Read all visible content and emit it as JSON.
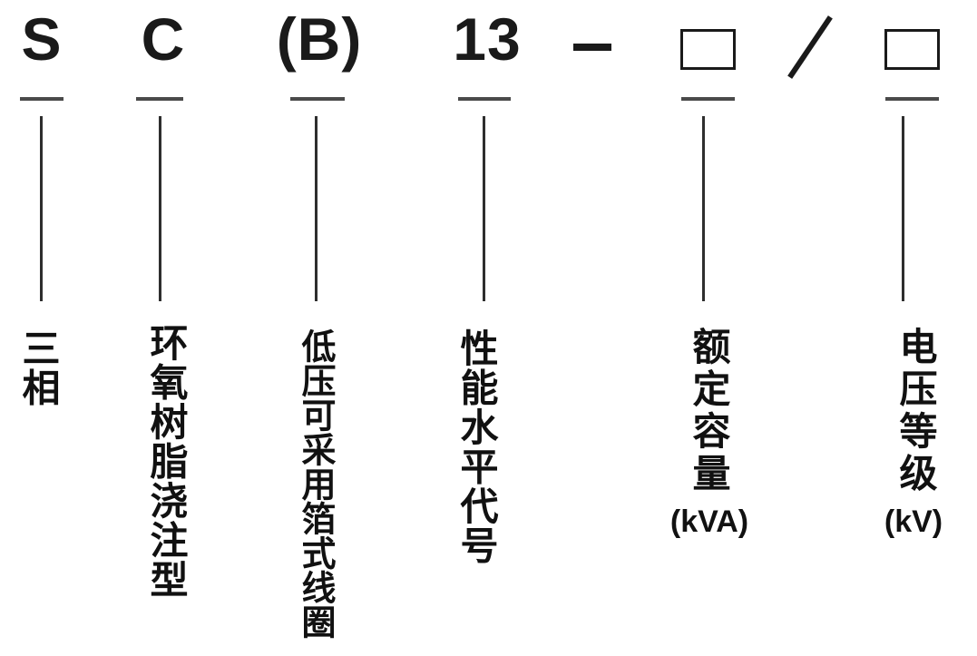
{
  "model_code": {
    "parts": [
      {
        "symbol": "S",
        "meaning": "三相",
        "unit": ""
      },
      {
        "symbol": "C",
        "meaning": "环氧树脂浇注型",
        "unit": ""
      },
      {
        "symbol": "(B)",
        "meaning": "低压可采用箔式线圈",
        "unit": ""
      },
      {
        "symbol": "13",
        "meaning": "性能水平代号",
        "unit": ""
      },
      {
        "symbol": "",
        "placeholder": "blank-box",
        "meaning": "额定容量",
        "unit": "(kVA)"
      },
      {
        "symbol": "",
        "placeholder": "blank-box",
        "meaning": "电压等级",
        "unit": "(kV)"
      }
    ],
    "separators": {
      "dash": "—",
      "slash": "/"
    }
  },
  "colors": {
    "text": "#1a1a1a",
    "underline": "#4a4a4a",
    "connector_line": "#2e2e2e",
    "background": "#ffffff"
  }
}
